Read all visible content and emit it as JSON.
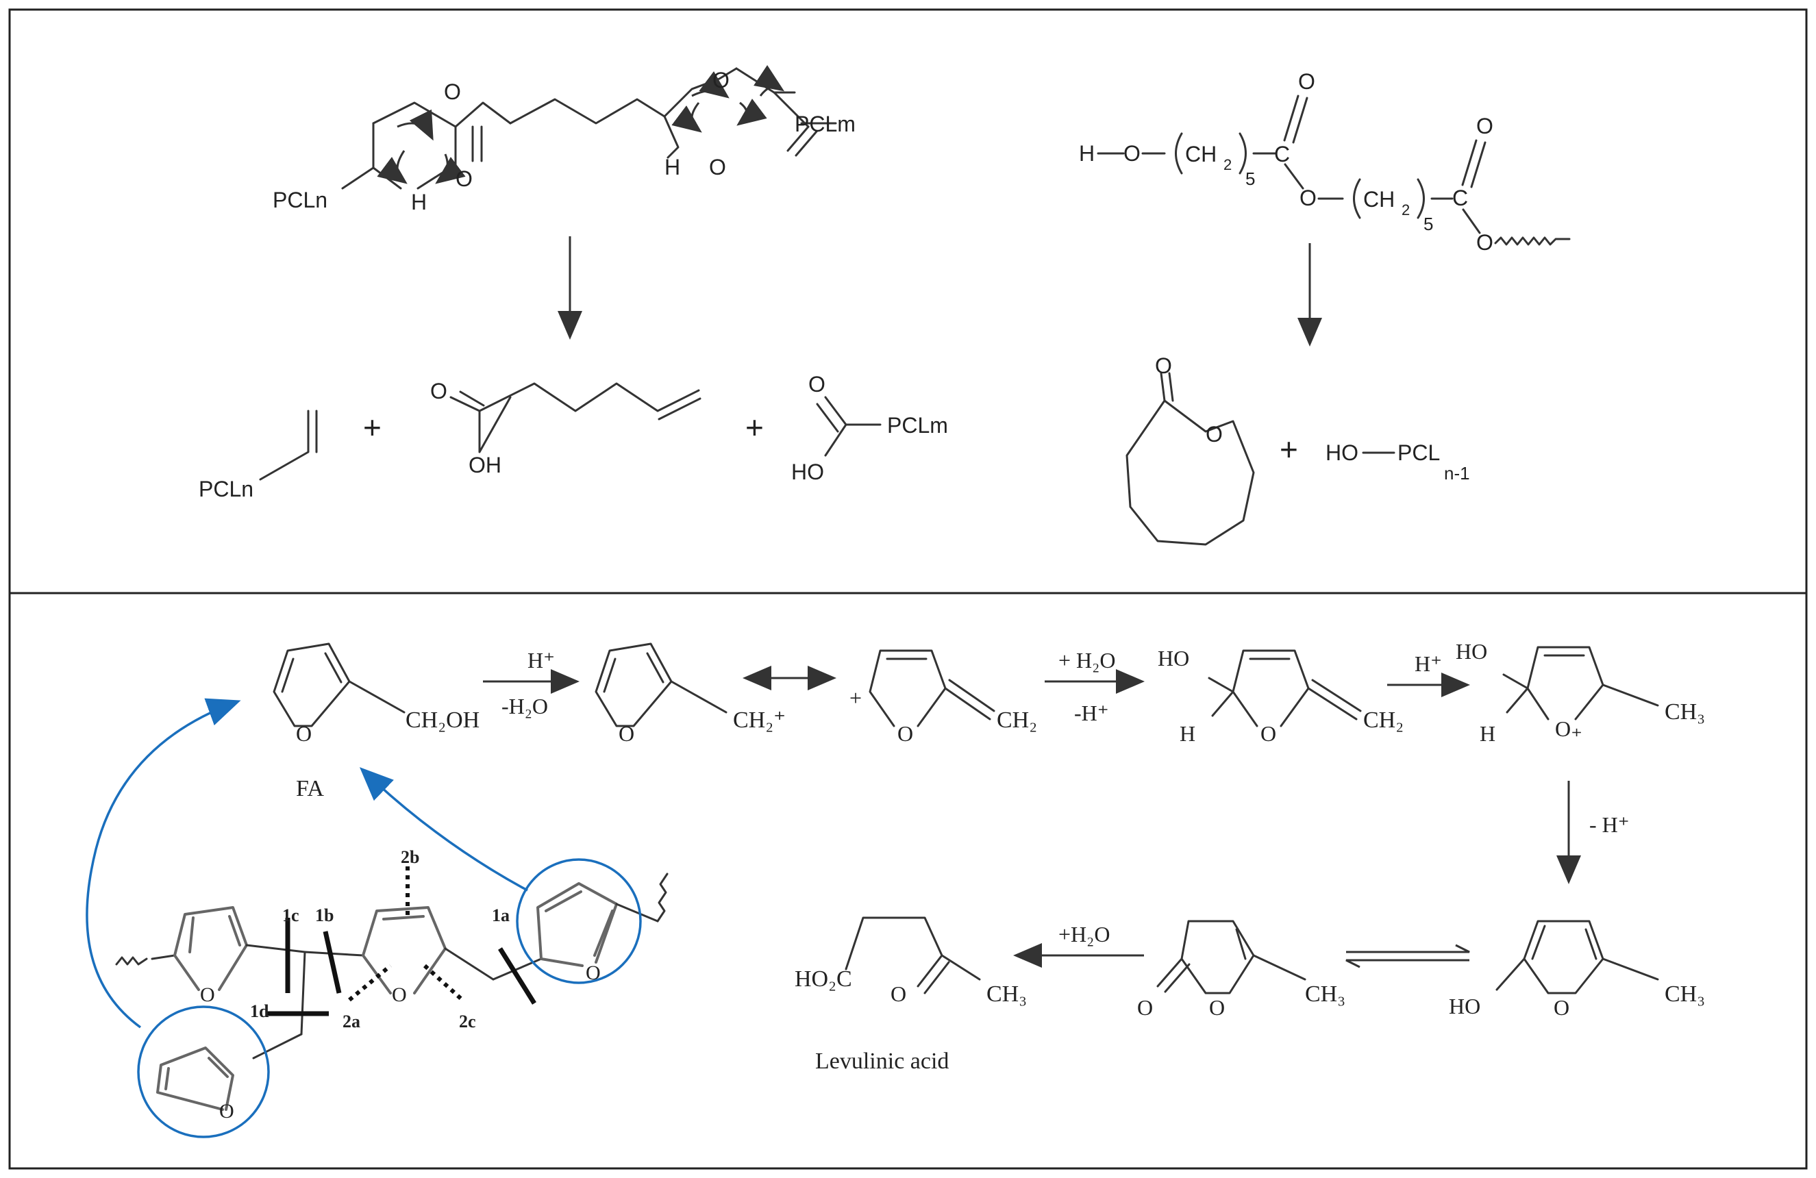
{
  "top_left": {
    "reactant_labels": [
      "PCLn",
      "H",
      "O",
      "O",
      "H",
      "O",
      "O",
      "PCLm"
    ],
    "products": [
      "PCLn",
      "+",
      "O",
      "OH",
      "+",
      "O",
      "HO",
      "PCLm"
    ]
  },
  "top_right": {
    "chain": [
      "H",
      "O",
      "CH",
      "2",
      "5",
      "C",
      "O",
      "O",
      "CH",
      "2",
      "5",
      "C",
      "O",
      "O"
    ],
    "products": [
      "O",
      "O",
      "+",
      "HO",
      "PCL",
      "n-1"
    ]
  },
  "bottom": {
    "fa_group": "CH₂OH",
    "fa_label": "FA",
    "step1_top": "H⁺",
    "step1_bottom": "-H₂O",
    "cation_group": "CH₂⁺",
    "plus_sign": "+",
    "methylene": "CH₂",
    "step2_top": "+ H₂O",
    "step2_bottom": "-H⁺",
    "ho": "HO",
    "h": "H",
    "step3_top": "H⁺",
    "methyl": "CH₃",
    "oxonium": "O₊",
    "step4": "- H⁺",
    "ho_enol": "HO",
    "lactone_o": "O",
    "ring_o": "O",
    "step5_top": "+H₂O",
    "la_acid": "HO₂C",
    "la_keto_o": "O",
    "la_label": "Levulinic acid",
    "cleavage_labels": [
      "1a",
      "1b",
      "1c",
      "1d",
      "2a",
      "2b",
      "2c"
    ]
  },
  "colors": {
    "arrow_blue": "#1a6fbd",
    "frame": "#222222"
  }
}
